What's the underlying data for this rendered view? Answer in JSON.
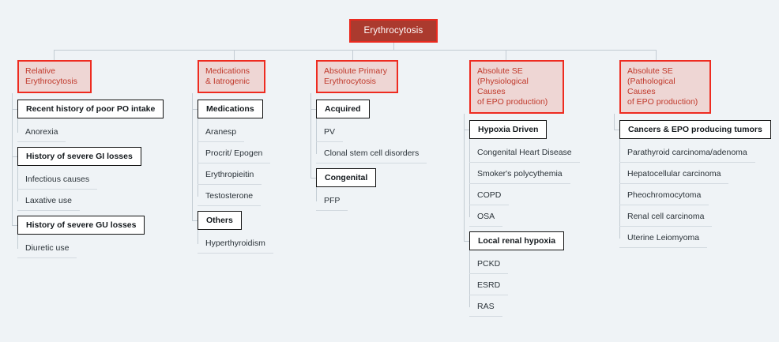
{
  "meta": {
    "background_color": "#eff3f6",
    "root_fill": "#ab3a2e",
    "root_border": "#ea2a1f",
    "header_fill": "#eed6d4",
    "header_border": "#ee2b20",
    "header_text_color": "#c0392b",
    "bold_node_border": "#111111",
    "leaf_underline_color": "#d3dae0",
    "connector_color": "#c3ccd3"
  },
  "root": {
    "label": "Erythrocytosis"
  },
  "columns": [
    {
      "id": "relative-erythrocytosis",
      "header": "Relative\nErythrocytosis",
      "header_lines": [
        "Relative",
        "Erythrocytosis"
      ],
      "groups": [
        {
          "label": "Recent history of poor PO intake",
          "children": [
            "Anorexia"
          ]
        },
        {
          "label": "History of severe GI losses",
          "children": [
            "Infectious causes",
            "Laxative use"
          ]
        },
        {
          "label": "History of severe GU losses",
          "children": [
            "Diuretic use"
          ]
        }
      ]
    },
    {
      "id": "medications-iatrogenic",
      "header": "Medications\n& Iatrogenic",
      "header_lines": [
        "Medications",
        "& Iatrogenic"
      ],
      "groups": [
        {
          "label": "Medications",
          "children": [
            "Aranesp",
            "Procrit/ Epogen",
            "Erythropieitin",
            "Testosterone"
          ]
        },
        {
          "label": "Others",
          "children": [
            "Hyperthyroidism"
          ]
        }
      ]
    },
    {
      "id": "absolute-primary-erythrocytosis",
      "header": "Absolute Primary\nErythrocytosis",
      "header_lines": [
        "Absolute Primary",
        "Erythrocytosis"
      ],
      "groups": [
        {
          "label": "Acquired",
          "children": [
            "PV",
            "Clonal stem cell disorders"
          ]
        },
        {
          "label": "Congenital",
          "children": [
            "PFP"
          ]
        }
      ]
    },
    {
      "id": "absolute-se-physiological",
      "header": "Absolute SE\n(Physiological Causes\nof EPO production)",
      "header_lines": [
        "Absolute SE",
        "(Physiological Causes",
        "of EPO production)"
      ],
      "groups": [
        {
          "label": "Hypoxia Driven",
          "children": [
            "Congenital Heart Disease",
            "Smoker's polycythemia",
            "COPD",
            "OSA"
          ]
        },
        {
          "label": "Local renal hypoxia",
          "children": [
            "PCKD",
            "ESRD",
            "RAS"
          ]
        }
      ]
    },
    {
      "id": "absolute-se-pathological",
      "header": "Absolute SE\n(Pathological Causes\nof EPO production)",
      "header_lines": [
        "Absolute SE",
        "(Pathological Causes",
        "of EPO production)"
      ],
      "groups": [
        {
          "label": "Cancers & EPO producing tumors",
          "children": [
            "Parathyroid carcinoma/adenoma",
            "Hepatocellular carcinoma",
            "Pheochromocytoma",
            "Renal cell carcinoma",
            "Uterine Leiomyoma"
          ]
        }
      ]
    }
  ]
}
